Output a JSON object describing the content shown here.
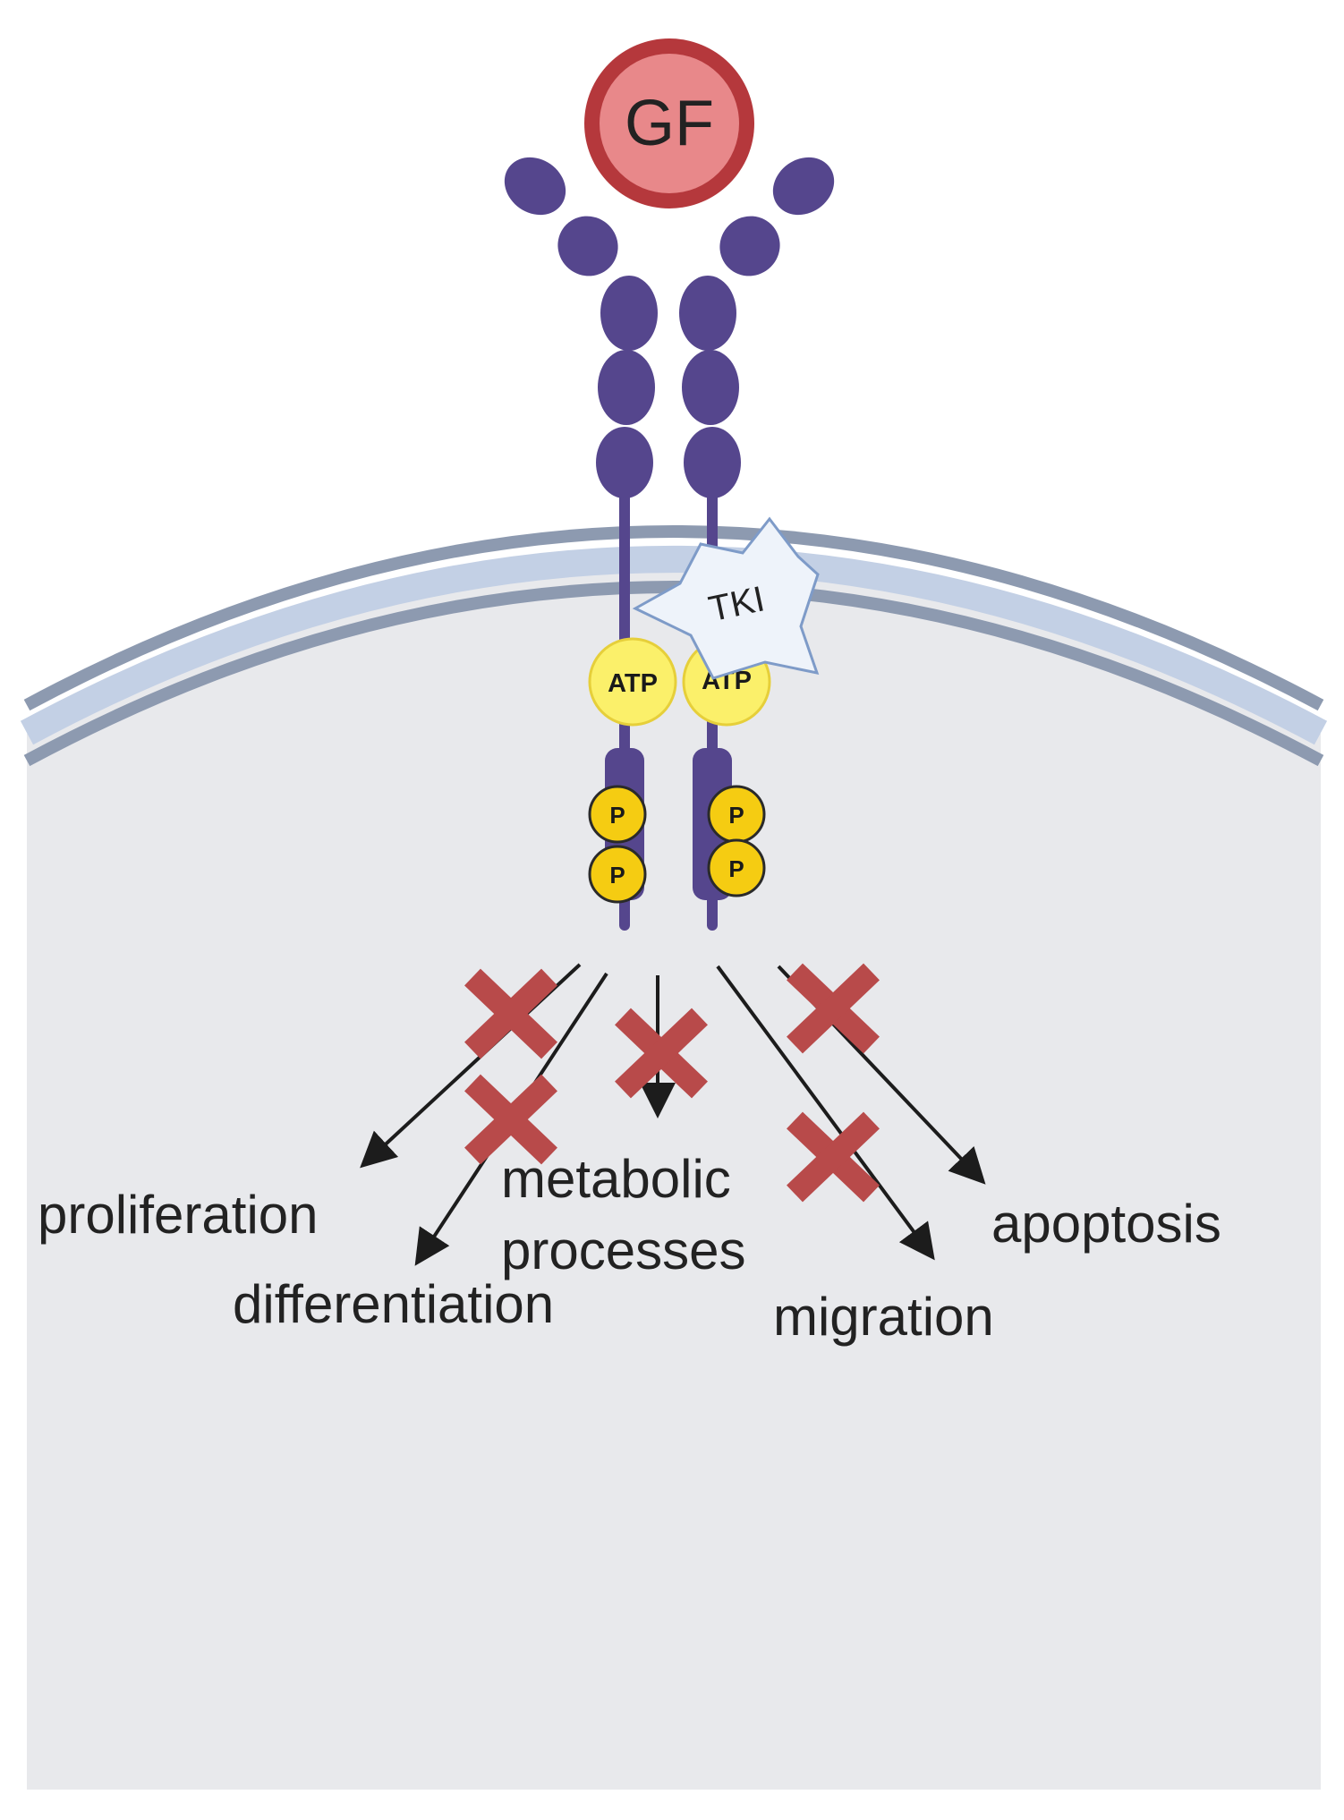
{
  "ligand": {
    "label": "GF"
  },
  "inhibitor": {
    "label": "TKI"
  },
  "atp": {
    "left": "ATP",
    "right": "ATP"
  },
  "phospho": {
    "label": "P"
  },
  "outcomes": {
    "proliferation": "proliferation",
    "differentiation": "differentiation",
    "metabolic_line1": "metabolic",
    "metabolic_line2": "processes",
    "migration": "migration",
    "apoptosis": "apoptosis"
  },
  "colors": {
    "receptor": "#55468d",
    "ligand_fill": "#e8888a",
    "ligand_ring": "#b5383c",
    "cytoplasm": "#e8e9ec",
    "membrane_light": "#c3d0e5",
    "membrane_dark": "#8d9ab0",
    "atp_fill": "#fbf06a",
    "phospho_fill": "#f5cc12",
    "block_cross": "#b84a4a",
    "tki_fill": "#eef3fa",
    "tki_stroke": "#7e9bc8",
    "arrow": "#1c1c1c"
  }
}
